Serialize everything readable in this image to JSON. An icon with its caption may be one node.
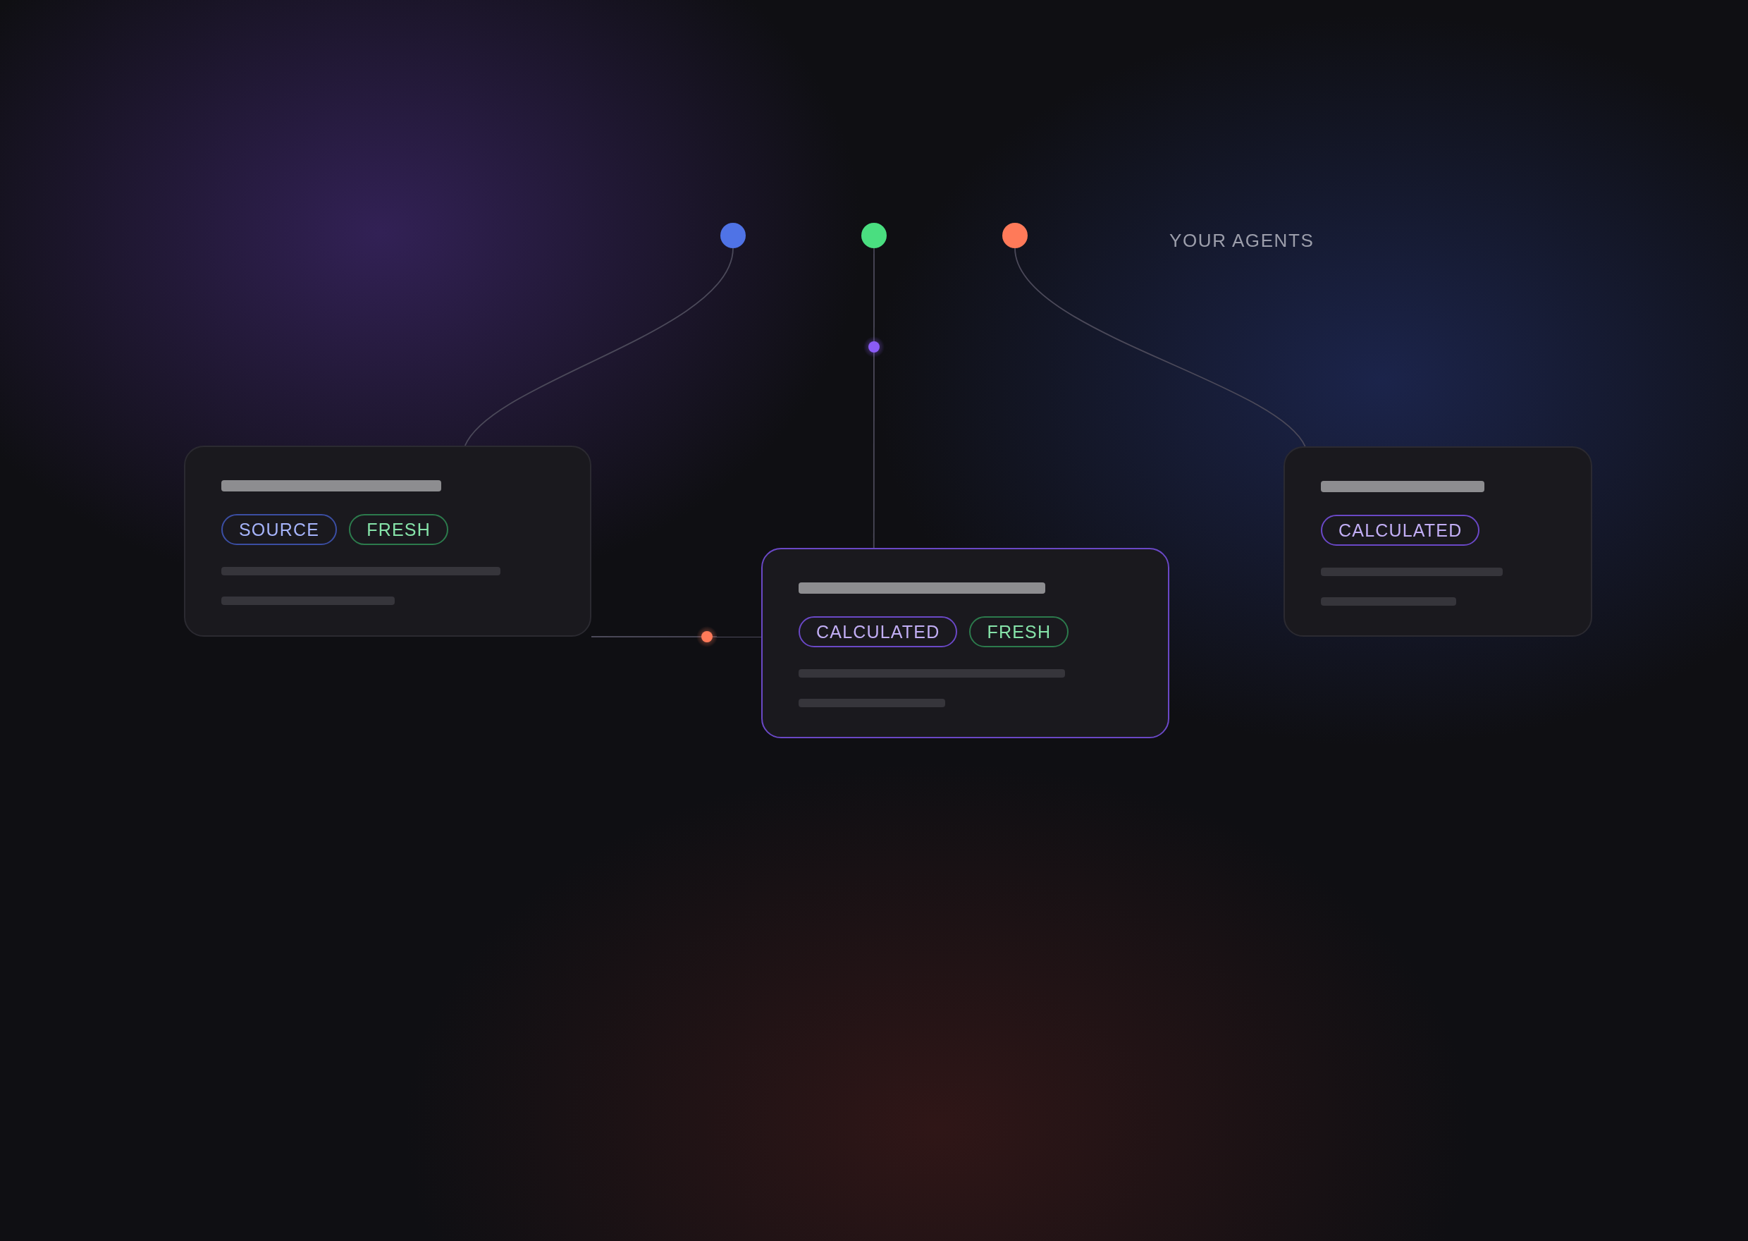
{
  "diagram": {
    "nodes": [
      {
        "text": [],
        "shape": "circle"
      },
      {
        "text": [],
        "shape": "circle"
      },
      {
        "text": [],
        "shape": "circle"
      },
      {
        "text": [],
        "shape": "box"
      },
      {
        "text": [
          "SOURCE"
        ],
        "in": 3
      },
      {
        "text": [
          "FRESH"
        ],
        "in": 3
      },
      {
        "text": [],
        "shape": "box"
      },
      {
        "text": [
          "CALCULATED"
        ],
        "in": 6
      },
      {
        "text": [
          "FRESH"
        ],
        "in": 6
      },
      {
        "text": [],
        "shape": "box"
      },
      {
        "text": [
          "CALCULATED"
        ],
        "in": 9
      }
    ],
    "edges": [
      {
        "from": 0,
        "to": 3,
        "arrow": "none"
      },
      {
        "from": 1,
        "to": 6,
        "arrow": "none"
      },
      {
        "from": 2,
        "to": 9,
        "arrow": "none"
      },
      {
        "from": 3,
        "to": 6,
        "arrow": "none"
      }
    ],
    "labels": [
      "YOUR AGENTS"
    ]
  }
}
